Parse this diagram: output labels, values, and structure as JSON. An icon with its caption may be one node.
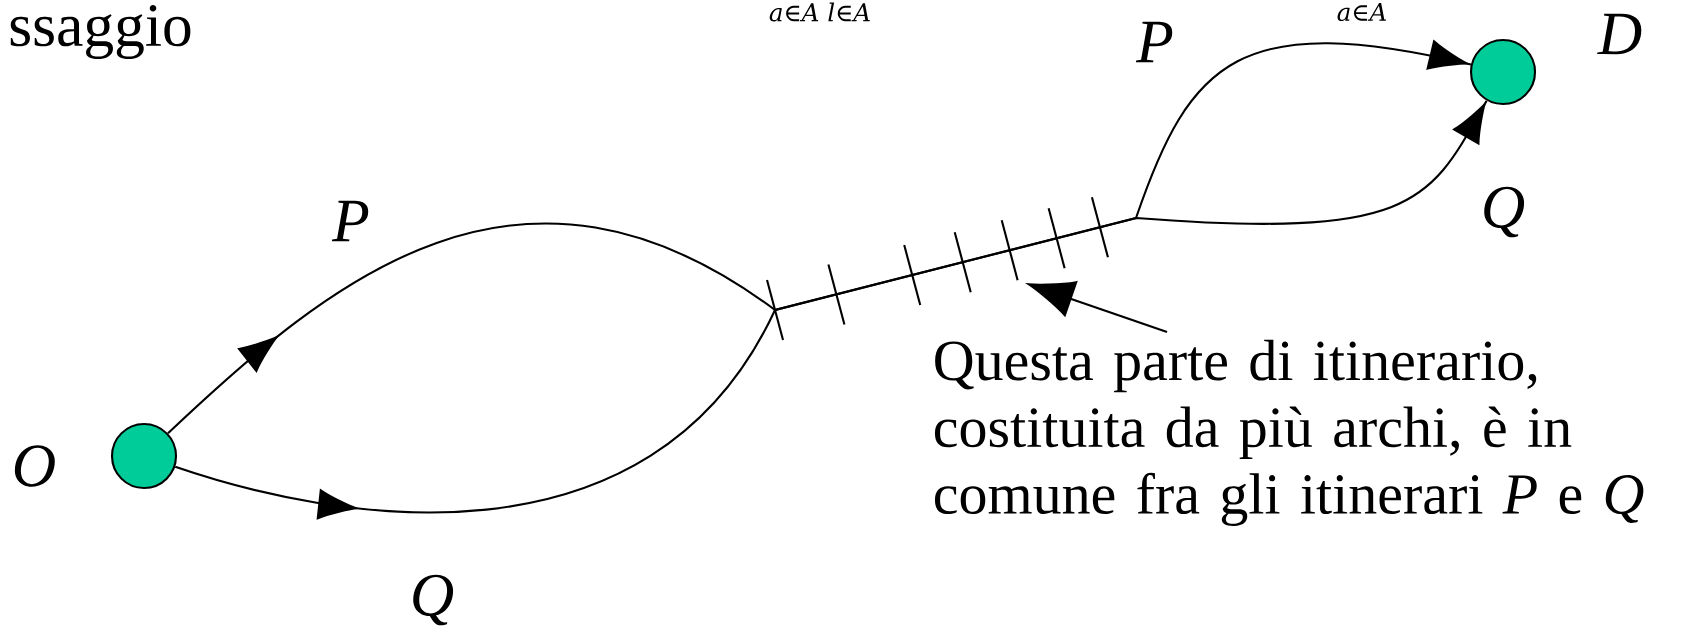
{
  "diagram": {
    "nodes": [
      {
        "text": [],
        "shape": "circle",
        "beside": [
          "O"
        ]
      },
      {
        "text": [],
        "shape": "circle",
        "beside": [
          "D"
        ]
      },
      {
        "text": [
          "Questa parte di itinerario, costituita da più archi, è in comune fra gli itinerari *P* e *Q*"
        ]
      }
    ],
    "edges": [
      {
        "from": 0,
        "to": 1,
        "arrow": "to",
        "label": "P"
      },
      {
        "from": 0,
        "to": 1,
        "arrow": "to",
        "label": "Q"
      },
      {
        "from": 2,
        "to": null,
        "arrow": "to"
      }
    ],
    "labels": [
      "ssaggio",
      "a∈A l∈A",
      "a∈A",
      "P",
      "Q"
    ]
  }
}
